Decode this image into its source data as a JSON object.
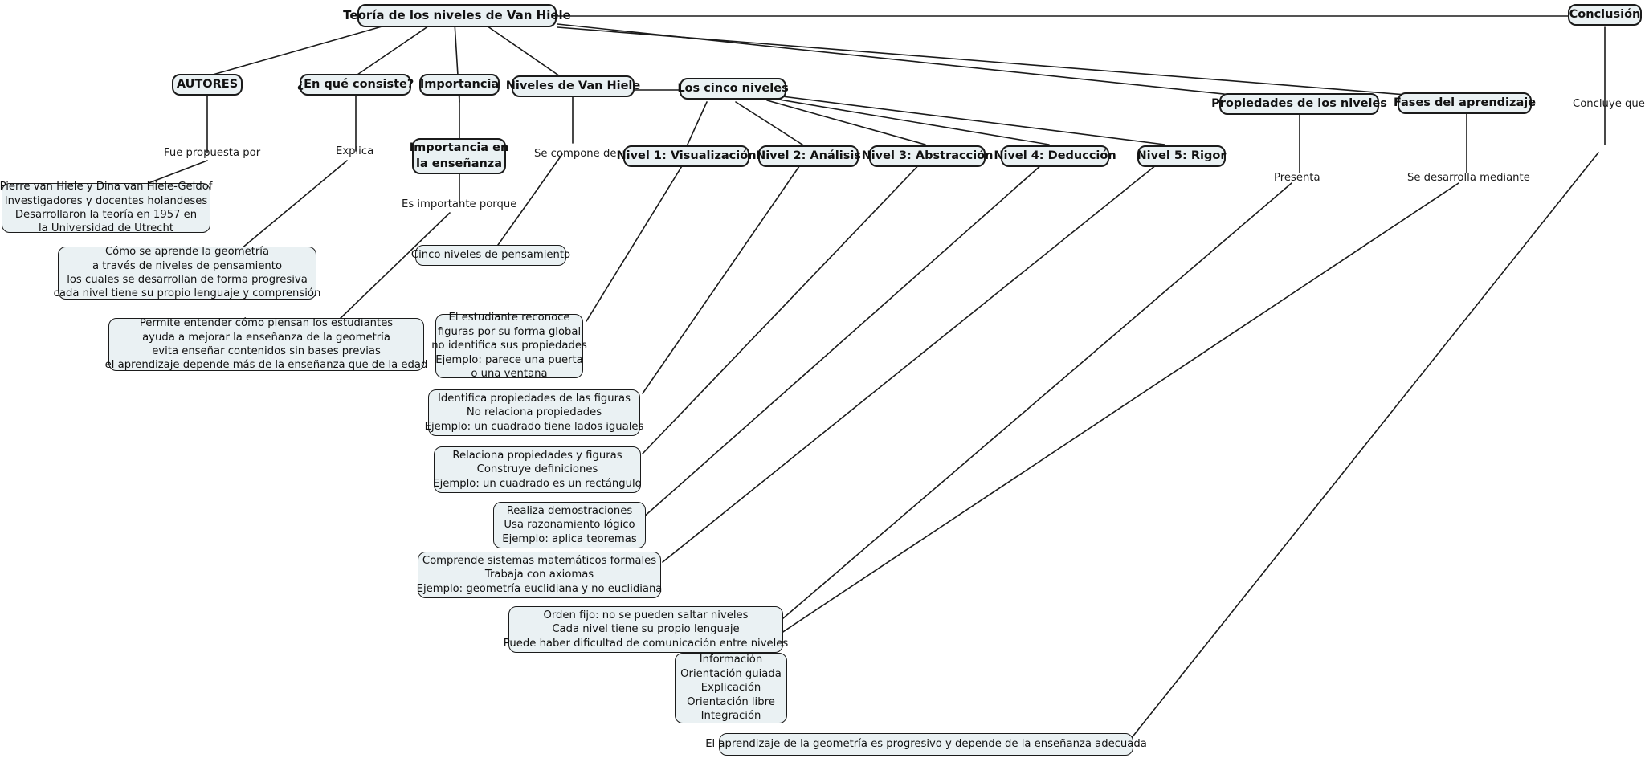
{
  "diagram": {
    "title": "Teoría de los niveles de Van Hiele",
    "type": "concept-map",
    "background_color": "#ffffff",
    "node_fill_color": "#eaf1f3",
    "node_border_color": "#1b1b1b",
    "edge_color": "#1b1b1b"
  },
  "nodes": {
    "root": "Teoría de los niveles de Van Hiele",
    "autores": "AUTORES",
    "en_que_consiste": "¿En qué consiste?",
    "importancia": "Importancia",
    "niveles_van_hiele": "Niveles de Van Hiele",
    "los_cinco_niveles": "Los cinco niveles",
    "propiedades": "Propiedades de los niveles",
    "fases": "Fases del aprendizaje",
    "conclusion": "Conclusión",
    "importancia_ensenanza": "Importancia en\nla enseñanza",
    "nivel1": "Nivel 1: Visualización",
    "nivel2": "Nivel 2: Análisis",
    "nivel3": "Nivel 3: Abstracción",
    "nivel4": "Nivel 4: Deducción",
    "nivel5": "Nivel 5: Rigor",
    "autores_detalle": "Pierre van Hiele y Dina van Hiele-Geldof\nInvestigadores y docentes holandeses\nDesarrollaron la teoría en 1957 en\nla Universidad de Utrecht",
    "consiste_detalle": "Cómo se aprende la geometría\na través de niveles de pensamiento\nlos cuales se desarrollan de forma progresiva\ncada nivel tiene su propio lenguaje y comprensión",
    "importancia_detalle": "Permite entender cómo piensan los estudiantes\nayuda a mejorar la enseñanza de la geometría\nevita enseñar contenidos sin bases previas\nel aprendizaje depende más de la enseñanza que de la edad",
    "cinco_niveles_detalle": "Cinco niveles de pensamiento",
    "nivel1_detalle": "El estudiante reconoce\nfiguras por su forma global\nno identifica sus propiedades\nEjemplo: parece una puerta\no una ventana",
    "nivel2_detalle": "Identifica propiedades de las figuras\nNo relaciona propiedades\nEjemplo: un cuadrado tiene lados iguales",
    "nivel3_detalle": "Relaciona propiedades y figuras\nConstruye definiciones\nEjemplo: un cuadrado es un rectángulo",
    "nivel4_detalle": "Realiza demostraciones\nUsa razonamiento lógico\nEjemplo: aplica teoremas",
    "nivel5_detalle": "Comprende sistemas matemáticos formales\nTrabaja con axiomas\nEjemplo: geometría euclidiana y no euclidiana",
    "propiedades_detalle": "Orden fijo: no se pueden saltar niveles\nCada nivel tiene su propio lenguaje\nPuede haber dificultad de comunicación entre niveles",
    "fases_detalle": "Información\nOrientación guiada\nExplicación\nOrientación libre\nIntegración",
    "conclusion_detalle": "El aprendizaje de la geometría es progresivo y depende de la enseñanza adecuada"
  },
  "edge_labels": {
    "fue_propuesta_por": "Fue propuesta por",
    "explica": "Explica",
    "es_importante_porque": "Es importante porque",
    "se_compone_de": "Se compone de",
    "presenta": "Presenta",
    "se_desarrolla_mediante": "Se desarrolla mediante",
    "concluye_que": "Concluye que"
  }
}
